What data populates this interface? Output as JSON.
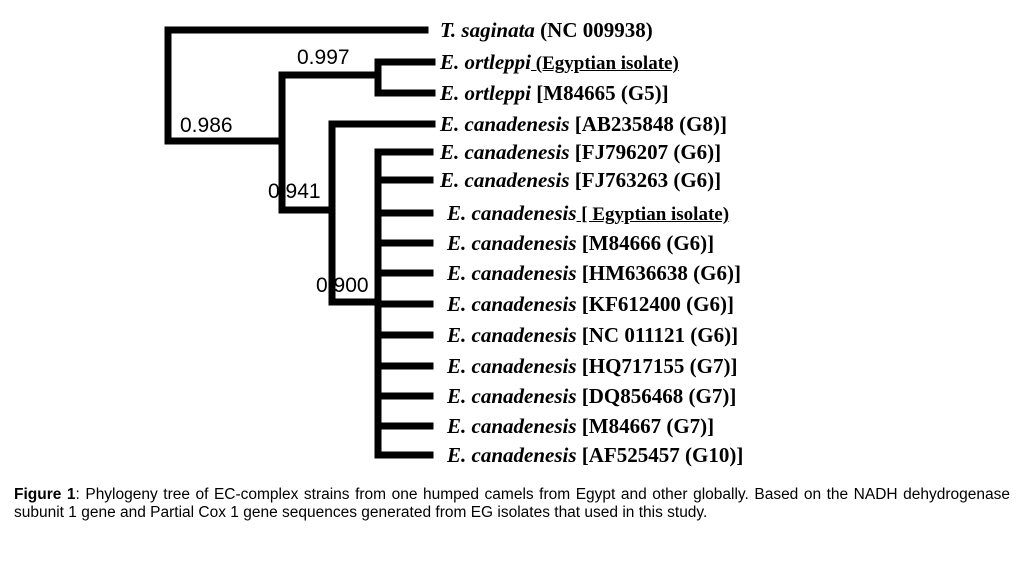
{
  "tree": {
    "taxa": [
      {
        "species": "T. saginata",
        "accession": "(NC 009938)",
        "ul": false
      },
      {
        "species": "E. ortleppi",
        "accession": "(Egyptian isolate)",
        "ul": true
      },
      {
        "species": "E. ortleppi",
        "accession": "[M84665 (G5)]",
        "ul": false
      },
      {
        "species": "E. canadenesis",
        "accession": "[AB235848 (G8)]",
        "ul": false
      },
      {
        "species": "E. canadenesis",
        "accession": "[FJ796207 (G6)]",
        "ul": false
      },
      {
        "species": "E. canadenesis",
        "accession": "[FJ763263 (G6)]",
        "ul": false
      },
      {
        "species": "E. canadenesis",
        "accession": "[ Egyptian isolate)",
        "ul": true
      },
      {
        "species": "E. canadenesis",
        "accession": "[M84666 (G6)]",
        "ul": false
      },
      {
        "species": "E. canadenesis",
        "accession": "[HM636638 (G6)]",
        "ul": false
      },
      {
        "species": "E. canadenesis",
        "accession": "[KF612400 (G6)]",
        "ul": false
      },
      {
        "species": "E. canadenesis",
        "accession": "[NC 011121 (G6)]",
        "ul": false
      },
      {
        "species": "E. canadenesis",
        "accession": "[HQ717155 (G7)]",
        "ul": false
      },
      {
        "species": "E. canadenesis",
        "accession": "[DQ856468 (G7)]",
        "ul": false
      },
      {
        "species": "E. canadenesis",
        "accession": "[M84667 (G7)]",
        "ul": false
      },
      {
        "species": "E. canadenesis",
        "accession": "[AF525457 (G10)]",
        "ul": false
      }
    ],
    "support_values": [
      "0.997",
      "0.986",
      "0.941",
      "0.900"
    ]
  },
  "caption": {
    "label": "Figure 1",
    "text": ": Phylogeny tree of EC-complex strains from one humped camels from Egypt and other globally. Based on the NADH dehydrogenase subunit 1 gene and Partial Cox 1 gene sequences generated from EG isolates that used in this study."
  }
}
